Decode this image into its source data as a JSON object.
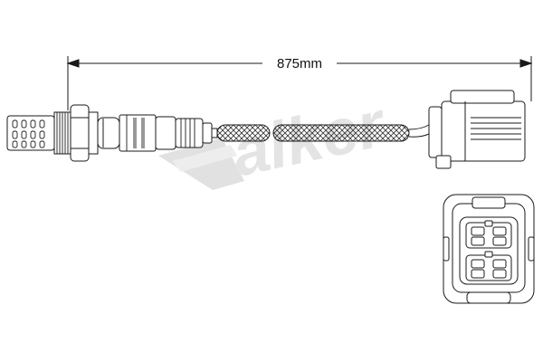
{
  "dimension": {
    "length_label": "875mm"
  },
  "watermark": {
    "brand_text": "Walker"
  },
  "colors": {
    "line": "#1a1a1a",
    "watermark": "#d4d4d4",
    "background": "#ffffff"
  },
  "icons": {
    "sensor_probe": "oxygen-sensor-probe",
    "connector_side": "connector-side-view",
    "connector_face": "connector-face-view"
  }
}
